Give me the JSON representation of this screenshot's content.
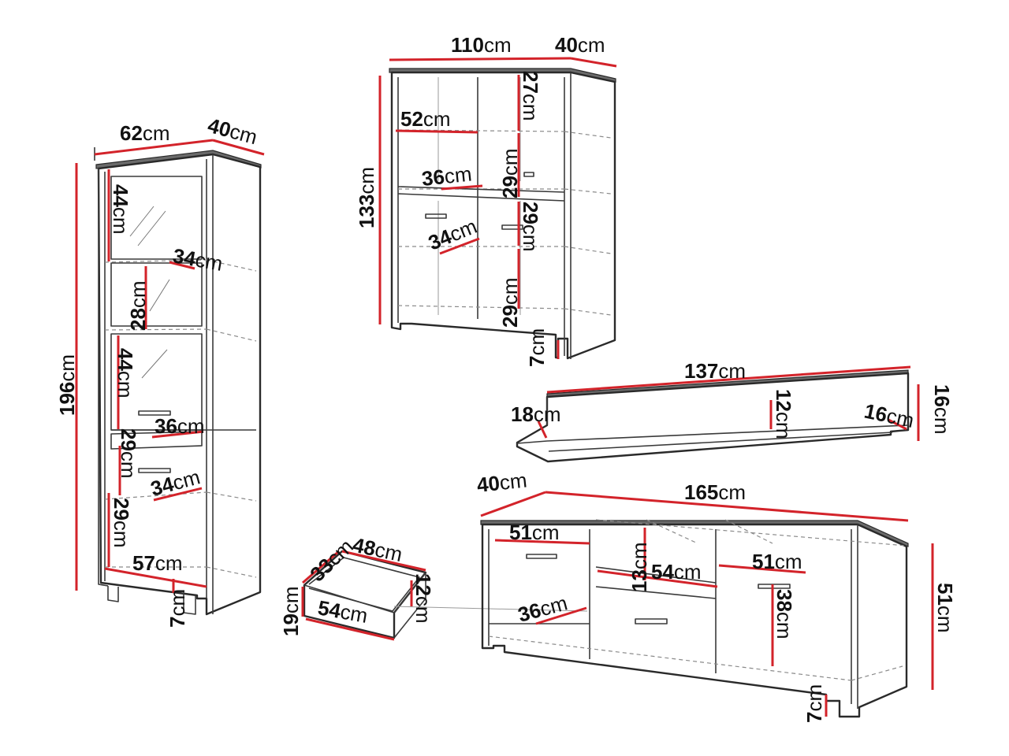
{
  "labels": {
    "bookcase": {
      "width": {
        "value": "62",
        "unit": "cm"
      },
      "depth": {
        "value": "40",
        "unit": "cm"
      },
      "height": {
        "value": "196",
        "unit": "cm"
      },
      "glass_top": {
        "value": "44",
        "unit": "cm"
      },
      "shelf_1": {
        "value": "34",
        "unit": "cm"
      },
      "glass_mid": {
        "value": "28",
        "unit": "cm"
      },
      "glass_low": {
        "value": "44",
        "unit": "cm"
      },
      "shelf_2": {
        "value": "36",
        "unit": "cm"
      },
      "drawer_h": {
        "value": "29",
        "unit": "cm"
      },
      "shelf_3": {
        "value": "34",
        "unit": "cm"
      },
      "bottom_h": {
        "value": "29",
        "unit": "cm"
      },
      "inner_w": {
        "value": "57",
        "unit": "cm"
      },
      "foot": {
        "value": "7",
        "unit": "cm"
      }
    },
    "cabinet": {
      "width": {
        "value": "110",
        "unit": "cm"
      },
      "depth": {
        "value": "40",
        "unit": "cm"
      },
      "height": {
        "value": "133",
        "unit": "cm"
      },
      "inner_w": {
        "value": "52",
        "unit": "cm"
      },
      "top_h": {
        "value": "27",
        "unit": "cm"
      },
      "shelf_1": {
        "value": "36",
        "unit": "cm"
      },
      "h_2": {
        "value": "29",
        "unit": "cm"
      },
      "h_3": {
        "value": "29",
        "unit": "cm"
      },
      "shelf_2": {
        "value": "34",
        "unit": "cm"
      },
      "h_4": {
        "value": "29",
        "unit": "cm"
      },
      "foot": {
        "value": "7",
        "unit": "cm"
      }
    },
    "wall_shelf": {
      "width": {
        "value": "137",
        "unit": "cm"
      },
      "height": {
        "value": "16",
        "unit": "cm"
      },
      "depth_left": {
        "value": "18",
        "unit": "cm"
      },
      "inner_h": {
        "value": "12",
        "unit": "cm"
      },
      "depth_right": {
        "value": "16",
        "unit": "cm"
      }
    },
    "drawer": {
      "width_outer": {
        "value": "48",
        "unit": "cm"
      },
      "depth": {
        "value": "33",
        "unit": "cm"
      },
      "height_outer": {
        "value": "19",
        "unit": "cm"
      },
      "width_inner": {
        "value": "54",
        "unit": "cm"
      },
      "height_inner": {
        "value": "12",
        "unit": "cm"
      }
    },
    "tv_stand": {
      "width": {
        "value": "165",
        "unit": "cm"
      },
      "depth": {
        "value": "40",
        "unit": "cm"
      },
      "height": {
        "value": "51",
        "unit": "cm"
      },
      "left_door": {
        "value": "51",
        "unit": "cm"
      },
      "right_door": {
        "value": "51",
        "unit": "cm"
      },
      "niche_h": {
        "value": "13",
        "unit": "cm"
      },
      "niche_w": {
        "value": "54",
        "unit": "cm"
      },
      "shelf_d": {
        "value": "36",
        "unit": "cm"
      },
      "inner_h": {
        "value": "38",
        "unit": "cm"
      },
      "foot": {
        "value": "7",
        "unit": "cm"
      }
    }
  },
  "colors": {
    "dimension_line": "#d3232a",
    "outline": "#3a3a3a",
    "text": "#111111"
  }
}
